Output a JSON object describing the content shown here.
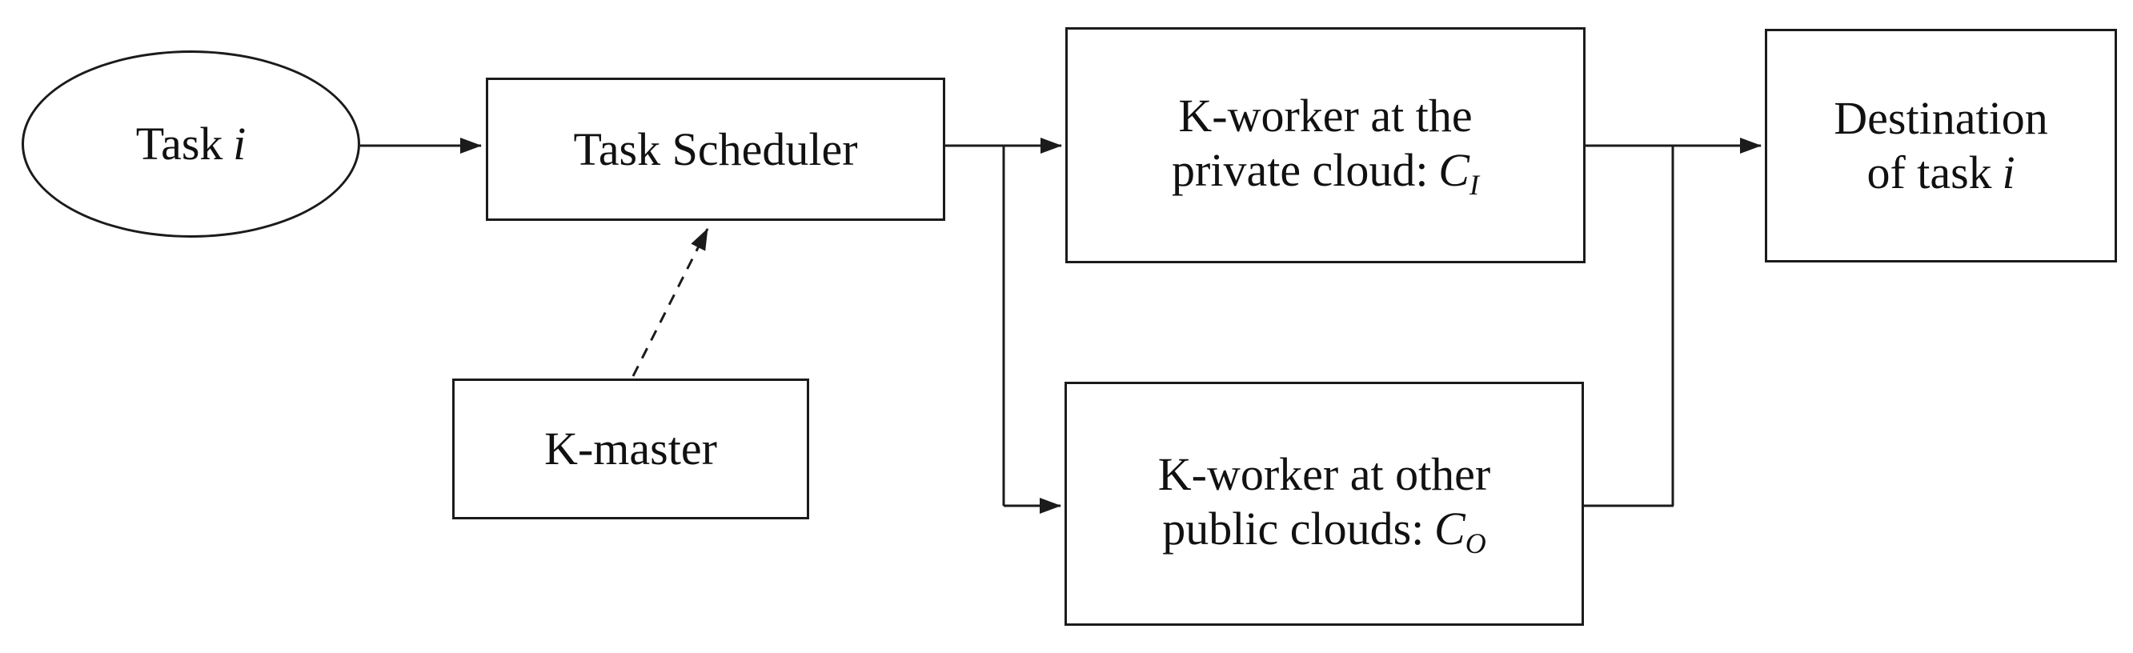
{
  "diagram": {
    "nodes": {
      "task": {
        "text": "Task",
        "var": "i"
      },
      "scheduler": {
        "label": "Task Scheduler"
      },
      "kmaster": {
        "label": "K-master"
      },
      "private_worker": {
        "line1": "K-worker at the",
        "line2": "private cloud:",
        "symbol": "C",
        "subscript": "I"
      },
      "public_worker": {
        "line1": "K-worker at other",
        "line2": "public clouds:",
        "symbol": "C",
        "subscript": "O"
      },
      "destination": {
        "line1": "Destination",
        "line2": "of task",
        "var": "i"
      }
    },
    "edges": [
      {
        "from": "task",
        "to": "scheduler",
        "style": "solid-arrow"
      },
      {
        "from": "scheduler",
        "to": "private_worker",
        "style": "solid-arrow"
      },
      {
        "from": "scheduler",
        "to": "public_worker",
        "style": "solid-arrow"
      },
      {
        "from": "kmaster",
        "to": "scheduler",
        "style": "dashed-arrow"
      },
      {
        "from": "private_worker",
        "to": "destination",
        "style": "solid-arrow"
      },
      {
        "from": "public_worker",
        "to": "destination",
        "style": "solid-arrow"
      }
    ],
    "colors": {
      "stroke": "#1b1b1b",
      "background": "#ffffff"
    }
  }
}
